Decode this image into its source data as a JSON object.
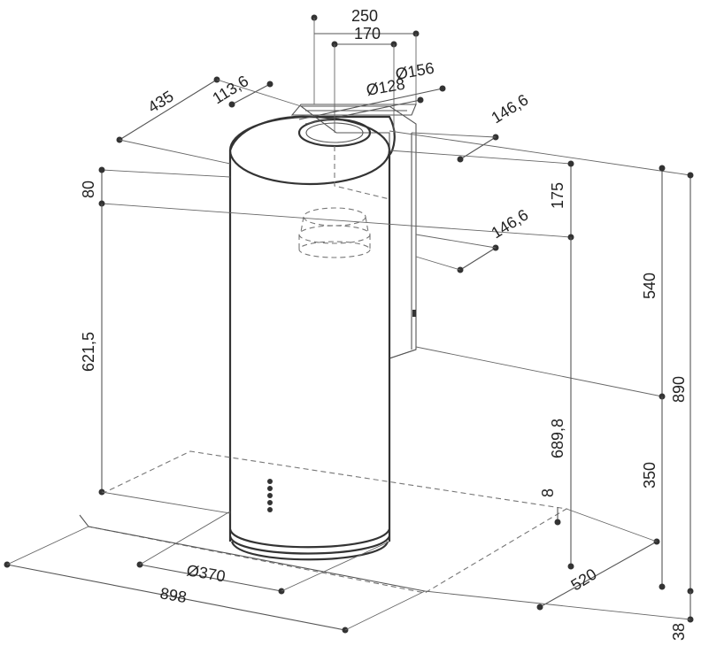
{
  "colors": {
    "line": "#555555",
    "body": "#333333",
    "dashed": "#777777",
    "text": "#222222"
  },
  "dimensions": {
    "top_width": "250",
    "inner_width": "170",
    "outlet_dia_outer": "Ø156",
    "outlet_dia_inner": "Ø128",
    "offset_435": "435",
    "offset_113": "113,6",
    "depth_146_upper": "146,6",
    "depth_146_lower": "146,6",
    "h_80": "80",
    "h_175": "175",
    "h_540": "540",
    "h_890": "890",
    "h_621": "621,5",
    "h_689": "689,8",
    "h_350": "350",
    "h_8": "8",
    "h_38": "38",
    "dia_370": "Ø370",
    "w_898": "898",
    "d_520": "520"
  }
}
